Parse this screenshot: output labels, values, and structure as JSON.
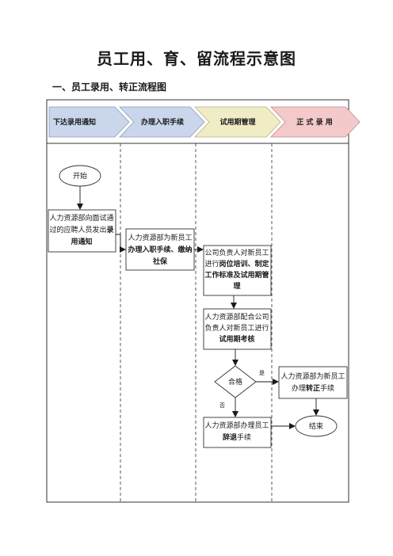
{
  "title": "员工用、育、留流程示意图",
  "subtitle": "一、员工录用、转正流程图",
  "lanes": [
    {
      "label": "下达录用通知",
      "color": "#c9d6ec"
    },
    {
      "label": "办理入职手续",
      "color": "#c9d6ec"
    },
    {
      "label": "试用期管理",
      "color": "#f0ecc6"
    },
    {
      "label": "正 式 录 用",
      "color": "#f4c9c9"
    }
  ],
  "nodes": {
    "start": "开始",
    "notify": {
      "line1": "人力资源部向面试通",
      "line2a": "过的应聘人员发出",
      "line2b": "录",
      "line3": "用通知"
    },
    "onboard": {
      "line1": "人力资源部为新员工",
      "line2": "办理入职手续、缴纳",
      "line3": "社保"
    },
    "training": {
      "line1": "公司负责人对新员工",
      "line2a": "进行",
      "line2b": "岗位培训、制定",
      "line3": "工作标准及试用期管",
      "line4": "理"
    },
    "assess": {
      "line1": "人力资源部配合公司",
      "line2": "负责人对新员工进行",
      "line3": "试用期考核"
    },
    "decision": "合格",
    "yes": "是",
    "no": "否",
    "confirm": {
      "line1": "人力资源部为新员工",
      "line2a": "办理",
      "line2b": "转正",
      "line2c": "手续"
    },
    "dismiss": {
      "line1": "人力资源部办理员工",
      "line2a": "辞退",
      "line2b": "手续"
    },
    "end": "结束"
  }
}
